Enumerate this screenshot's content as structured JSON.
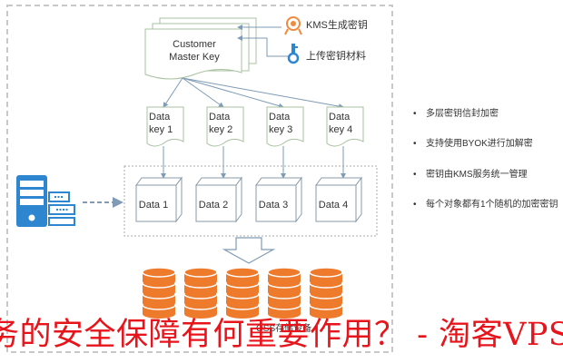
{
  "diagram": {
    "master_key": {
      "label_line1": "Customer",
      "label_line2": "Master Key"
    },
    "key_sources": [
      {
        "icon": "kms-generate-icon",
        "label": "KMS生成密钥"
      },
      {
        "icon": "key-upload-icon",
        "label": "上传密钥材料"
      }
    ],
    "data_keys": [
      {
        "line1": "Data",
        "line2": "key 1"
      },
      {
        "line1": "Data",
        "line2": "key 2"
      },
      {
        "line1": "Data",
        "line2": "key 3"
      },
      {
        "line1": "Data",
        "line2": "key 4"
      }
    ],
    "data_blocks": [
      "Data 1",
      "Data 2",
      "Data 3",
      "Data 4"
    ],
    "client_icon": "server-icon",
    "storage": {
      "label": "OSS存储设备",
      "database_count": 5,
      "icon": "database-icon"
    },
    "features": [
      "多层密钥信封加密",
      "支持使用BYOK进行加解密",
      "密钥由KMS服务统一管理",
      "每个对象都有1个随机的加密密钥"
    ],
    "colors": {
      "line": "#7f9bb5",
      "box_border": "#a8c0a0",
      "server_blue": "#2f86d0",
      "database_orange": "#ee7a2c",
      "kms_icon_orange": "#f08a3c",
      "overlay_red": "#e8141b"
    }
  },
  "overlay": {
    "title": "务的安全保障有何重要作用？ - 淘客VPS"
  }
}
